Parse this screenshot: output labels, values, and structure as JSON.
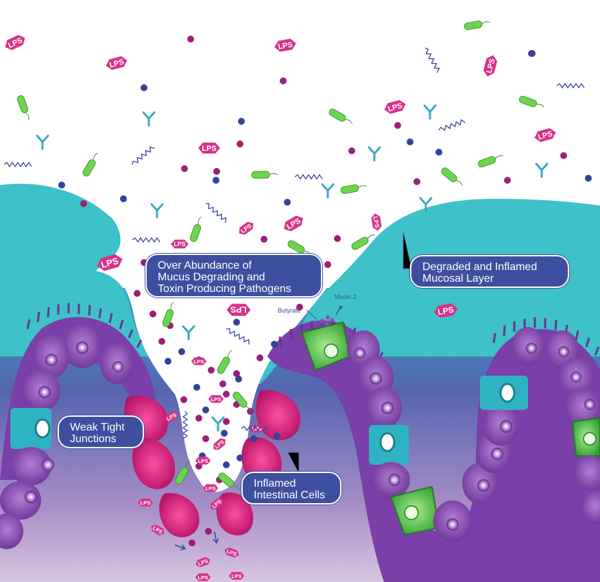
{
  "labels": {
    "pathogens": [
      "Over Abundance of",
      "Mucus Degrading and",
      "Toxin Producing Pathogens"
    ],
    "mucosal": [
      "Degraded and Inflamed",
      "Mucosal Layer"
    ],
    "junctions": [
      "Weak Tight",
      "Junctions"
    ],
    "inflamed": [
      "Inflamed",
      "Intestinal Cells"
    ],
    "butyrate": "Butyrate",
    "mucin": "Mucin 2",
    "lps": "LPS"
  },
  "colors": {
    "mucus": "#3ec1c9",
    "tissue_top": "#5b6bb5",
    "tissue_bottom": "#c9b6d6",
    "cell": "#8a4fb3",
    "cell_dark": "#5e2a8a",
    "inflamed": "#e0247a",
    "goblet": "#4dc24a",
    "junction": "#2fb3c2",
    "lps": "#d6338a",
    "callout": "#3d4f9e",
    "dot_purple": "#9b1f7a",
    "dot_blue": "#34429b"
  }
}
